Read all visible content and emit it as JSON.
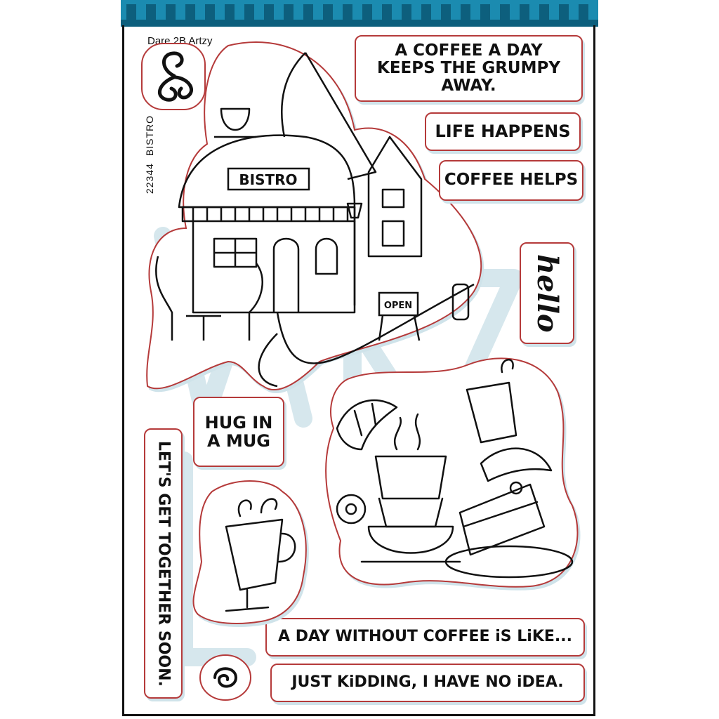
{
  "header": {
    "brand": "Dare 2B Artzy",
    "product_code": "22344",
    "product_name": "BISTRO"
  },
  "sentiments": {
    "coffee_a_day": "A COFFEE A DAY KEEPS THE GRUMPY AWAY.",
    "life_happens": "LIFE HAPPENS",
    "coffee_helps": "COFFEE HELPS",
    "hello": "hello",
    "hug_in_a_mug": "HUG IN A MUG",
    "lets_get_together": "LET'S GET TOGETHER SOON.",
    "day_without_coffee": "A DAY WITHOUT COFFEE iS LiKE...",
    "just_kidding": "JUST KiDDING, I HAVE NO iDEA."
  },
  "illustrations": {
    "bistro_sign": "BISTRO",
    "open_sign": "OPEN"
  },
  "colors": {
    "header_blue": "#1b8bb0",
    "header_dark": "#0d5f7d",
    "outline_red": "#b53a3a",
    "shadow_blue": "#cfe3ea",
    "ink": "#111111"
  }
}
